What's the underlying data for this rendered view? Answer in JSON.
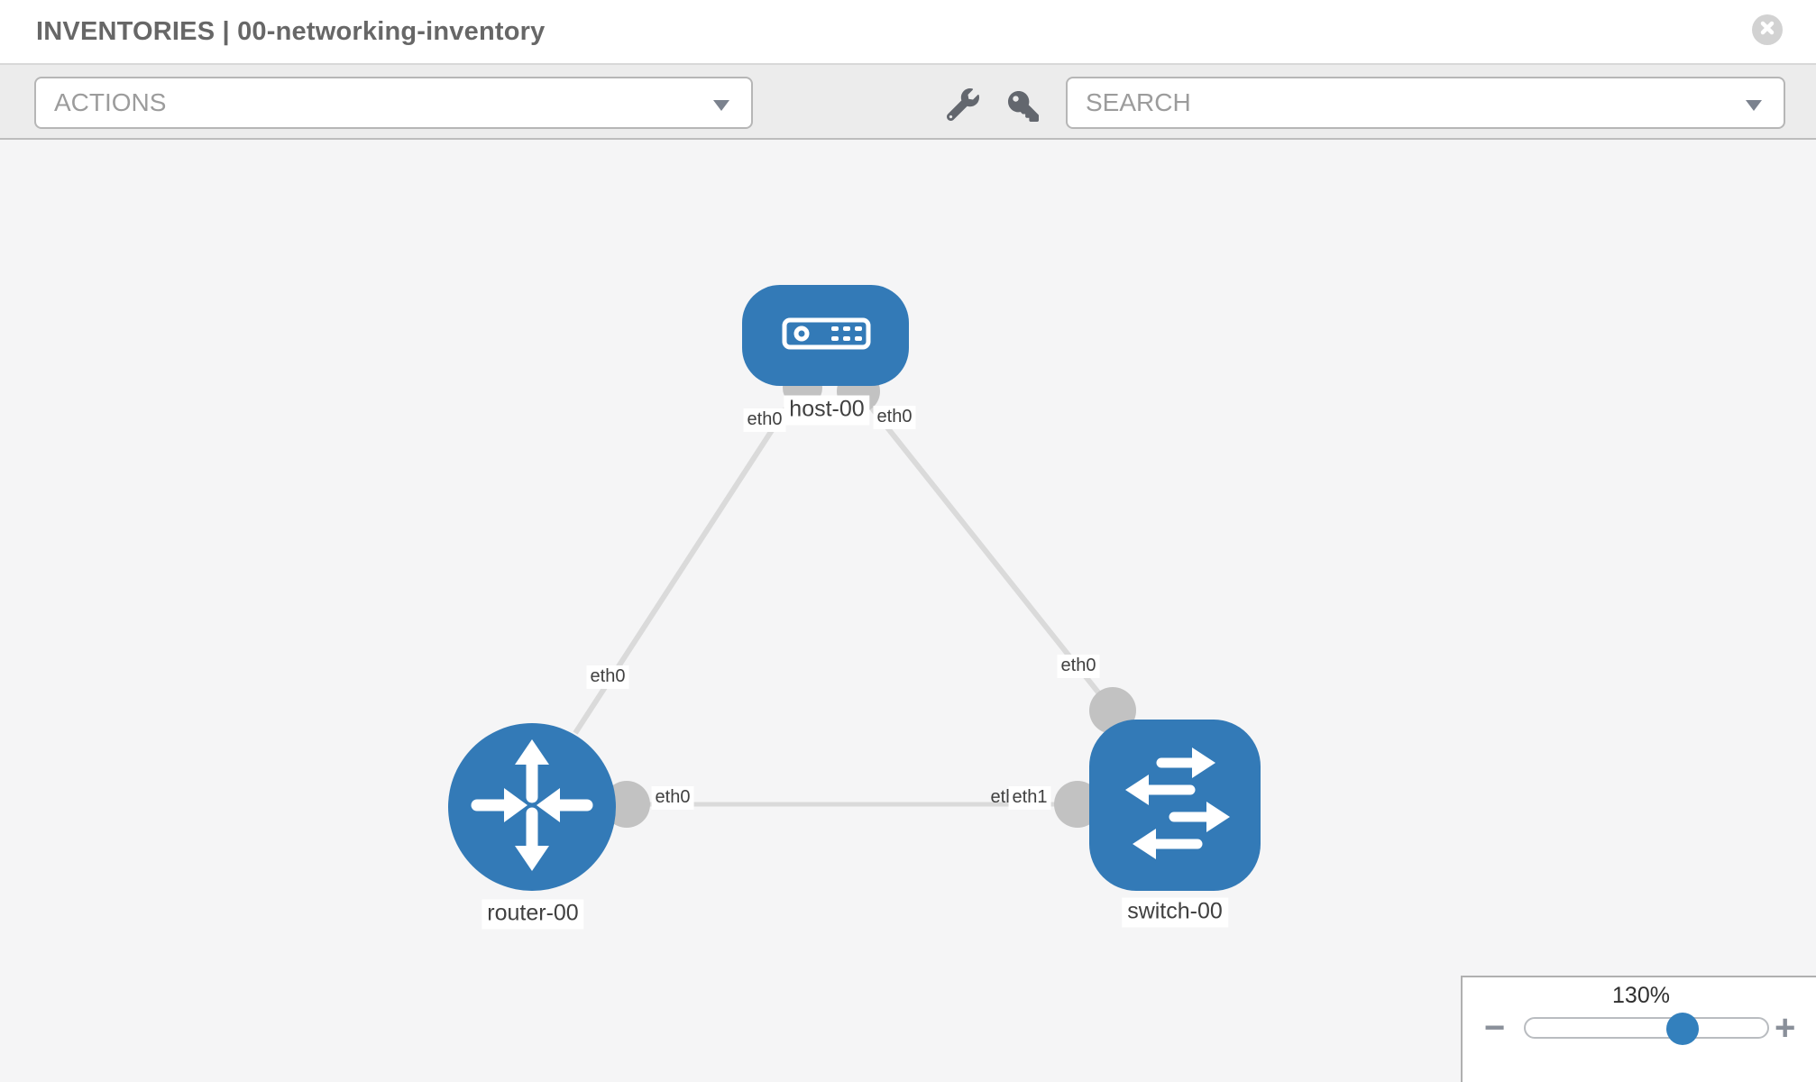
{
  "header": {
    "title": "INVENTORIES | 00-networking-inventory",
    "close_icon": "close-icon"
  },
  "toolbar": {
    "actions_label": "ACTIONS",
    "search_placeholder": "SEARCH",
    "wrench_icon": "wrench-icon",
    "key_icon": "key-icon"
  },
  "topology": {
    "nodes": [
      {
        "label": "host-00",
        "type": "host",
        "icon": "host-icon",
        "shape": "rounded-rect"
      },
      {
        "label": "router-00",
        "type": "router",
        "icon": "router-icon",
        "shape": "circle"
      },
      {
        "label": "switch-00",
        "type": "switch",
        "icon": "switch-icon",
        "shape": "rounded-square"
      }
    ],
    "links": [
      {
        "from": "host-00",
        "to": "router-00",
        "from_port": "eth0",
        "to_port": "eth0"
      },
      {
        "from": "host-00",
        "to": "switch-00",
        "from_port": "eth0",
        "to_port": "eth0"
      },
      {
        "from": "router-00",
        "to": "switch-00",
        "from_port": "eth0",
        "to_port": "eth1"
      }
    ],
    "port_labels": [
      {
        "text": "eth0"
      },
      {
        "text": "eth0"
      },
      {
        "text": "eth0"
      },
      {
        "text": "eth0"
      },
      {
        "text": "eth0"
      },
      {
        "text": "eth0"
      },
      {
        "text": "eth1"
      }
    ],
    "colors": {
      "node_blue": "#337ab7",
      "link_gray": "#dadada",
      "stub_gray": "#c2c2c2"
    }
  },
  "zoom_control": {
    "level": "130%",
    "percent": 130,
    "minus_label": "−",
    "plus_label": "+",
    "knob_color": "#3380bd"
  }
}
